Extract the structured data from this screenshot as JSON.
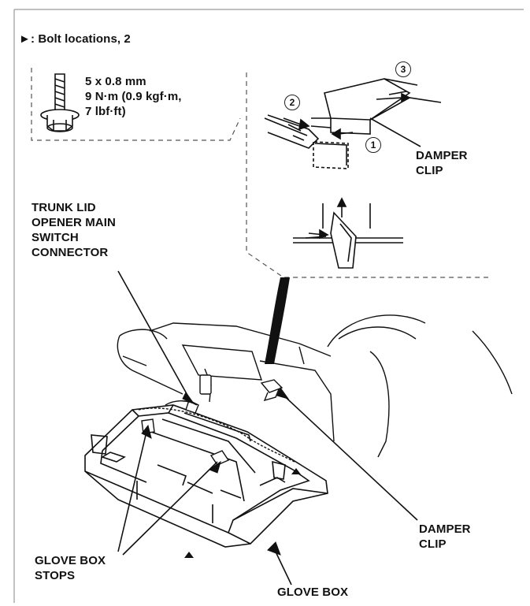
{
  "header": {
    "marker": "►",
    "bolt_note": ": Bolt locations, 2"
  },
  "bolt_spec": {
    "lines": [
      "5 x 0.8 mm",
      "9 N·m (0.9 kgf·m,",
      "7 lbf·ft)"
    ]
  },
  "inset": {
    "steps": [
      "1",
      "2",
      "3"
    ],
    "damper_clip_label": "DAMPER\nCLIP"
  },
  "labels": {
    "trunk_lid_connector": "TRUNK LID\nOPENER MAIN\nSWITCH\nCONNECTOR",
    "damper_clip": "DAMPER\nCLIP",
    "glove_box_stops": "GLOVE BOX\nSTOPS",
    "glove_box": "GLOVE BOX"
  },
  "colors": {
    "ink": "#111111",
    "frame": "#9a9a9a",
    "inset_dash": "#555555"
  },
  "icons": {
    "bolt": "flange-bolt-icon",
    "arrow": "triangle-marker-icon"
  }
}
